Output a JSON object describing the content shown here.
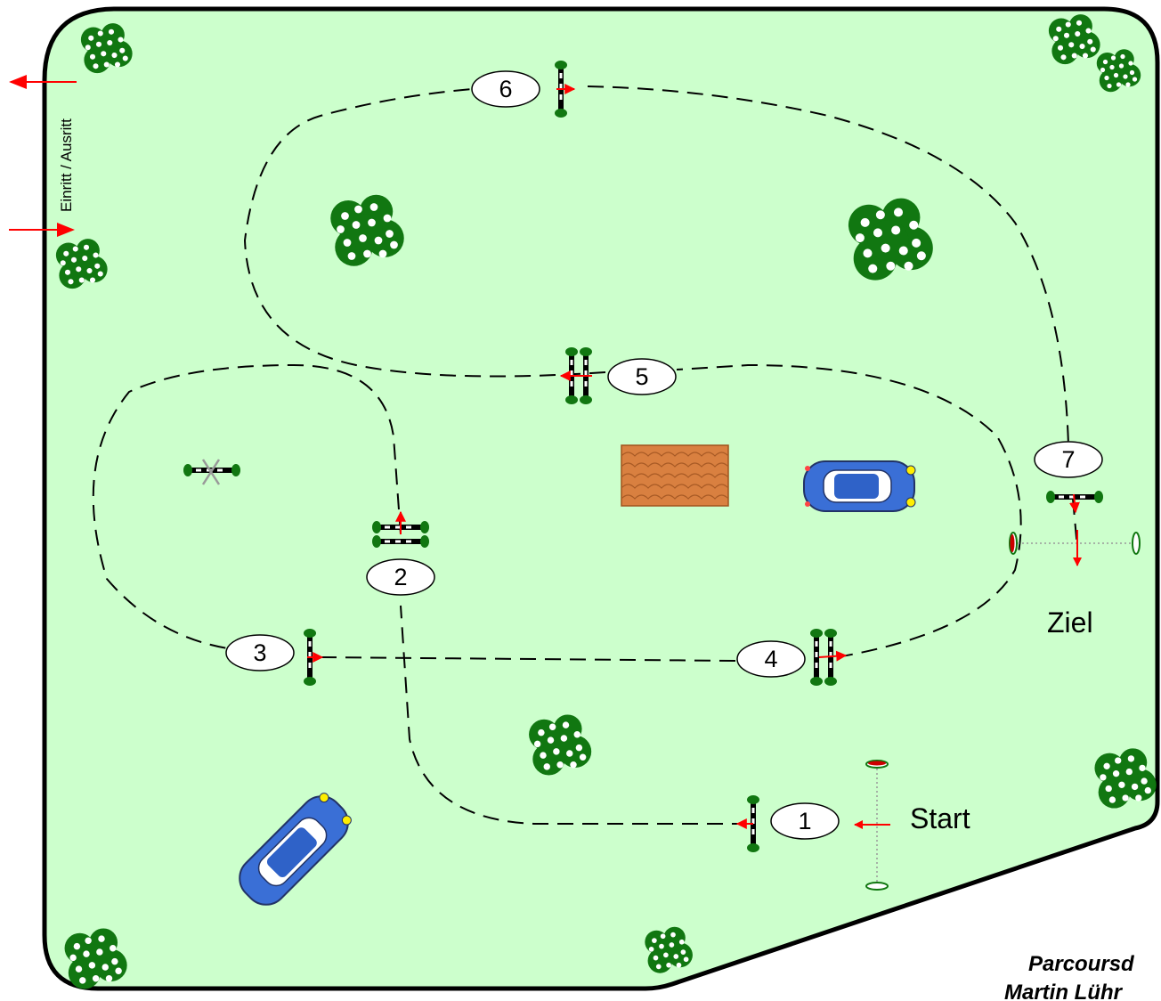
{
  "entrance_label": "Einritt / Ausritt",
  "start_label": "Start",
  "finish_label": "Ziel",
  "credit": {
    "line1": "Parcoursd",
    "line2": "Martin Lühr"
  },
  "jumps": [
    {
      "number": "1",
      "kind": "vertical"
    },
    {
      "number": "2",
      "kind": "oxer"
    },
    {
      "number": "3",
      "kind": "vertical"
    },
    {
      "number": "4",
      "kind": "oxer"
    },
    {
      "number": "5",
      "kind": "oxer"
    },
    {
      "number": "6",
      "kind": "vertical"
    },
    {
      "number": "7",
      "kind": "vertical"
    }
  ],
  "colors": {
    "arena_fill": "#ccffcc",
    "arena_border": "#000000",
    "arrow": "#ff0000",
    "bush": "#117711",
    "wall": "#cc7733",
    "car": "#3366cc"
  },
  "icons": [
    "bush-icon",
    "car-icon",
    "wall-icon",
    "arrow-icon",
    "flag-icon"
  ]
}
